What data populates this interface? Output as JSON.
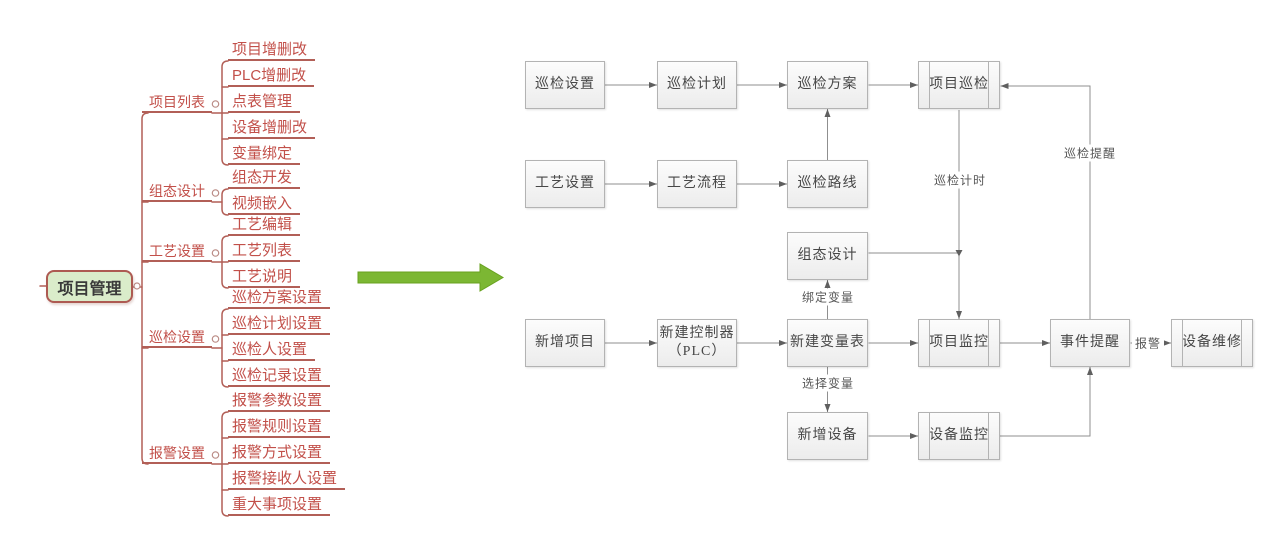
{
  "mindmap": {
    "root_label": "项目管理",
    "branches": [
      {
        "label": "项目列表",
        "children": [
          "项目增删改",
          "PLC增删改",
          "点表管理",
          "设备增删改",
          "变量绑定"
        ]
      },
      {
        "label": "组态设计",
        "children": [
          "组态开发",
          "视频嵌入"
        ]
      },
      {
        "label": "工艺设置",
        "children": [
          "工艺编辑",
          "工艺列表",
          "工艺说明"
        ]
      },
      {
        "label": "巡检设置",
        "children": [
          "巡检方案设置",
          "巡检计划设置",
          "巡检人设置",
          "巡检记录设置"
        ]
      },
      {
        "label": "报警设置",
        "children": [
          "报警参数设置",
          "报警规则设置",
          "报警方式设置",
          "报警接收人设置",
          "重大事项设置"
        ]
      }
    ]
  },
  "flowchart": {
    "nodes": [
      {
        "l1": "巡检设置"
      },
      {
        "l1": "巡检计划"
      },
      {
        "l1": "巡检方案"
      },
      {
        "l1": "项目巡检"
      },
      {
        "l1": "工艺设置"
      },
      {
        "l1": "工艺流程"
      },
      {
        "l1": "巡检路线"
      },
      {
        "l1": "组态设计"
      },
      {
        "l1": "新增项目"
      },
      {
        "l1": "新建控制器",
        "l2": "（PLC）"
      },
      {
        "l1": "新建变量表"
      },
      {
        "l1": "项目监控"
      },
      {
        "l1": "事件提醒"
      },
      {
        "l1": "设备维修"
      },
      {
        "l1": "新增设备"
      },
      {
        "l1": "设备监控"
      }
    ],
    "edge_labels": {
      "inspection_timing": "巡检计时",
      "inspection_reminder": "巡检提醒",
      "bind_variable": "绑定变量",
      "select_variable": "选择变量",
      "alarm": "报警"
    }
  },
  "colors": {
    "mindmap_line": "#b25f57",
    "mindmap_text": "#c2504a",
    "root_fill": "#daecca",
    "root_border": "#ad5a52",
    "flow_line": "#8f8f8f",
    "flow_border": "#b3b3b3",
    "arrow_green": "#7cb733"
  }
}
